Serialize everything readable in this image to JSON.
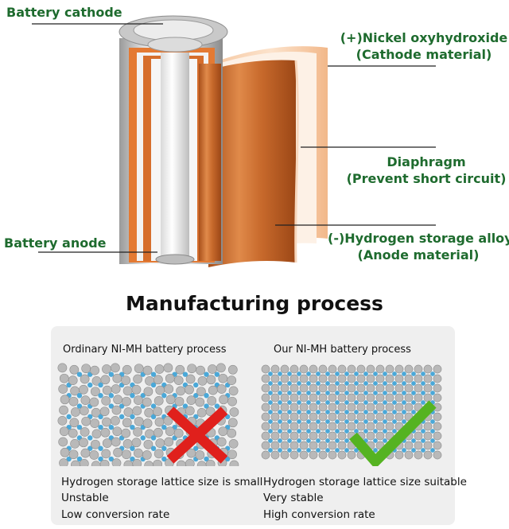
{
  "callouts": {
    "cathode": "Battery cathode",
    "anode": "Battery anode",
    "nickel_line1": "(+)Nickel oxyhydroxide",
    "nickel_line2": "(Cathode material)",
    "diaphragm_line1": "Diaphragm",
    "diaphragm_line2": "(Prevent short circuit)",
    "alloy_line1": "(-)Hydrogen storage alloy",
    "alloy_line2": "(Anode material)"
  },
  "section_title": "Manufacturing process",
  "comparison": {
    "ordinary": {
      "heading": "Ordinary NI-MH battery process",
      "lines": [
        "Hydrogen storage lattice size is small",
        "Unstable",
        "Low conversion rate"
      ],
      "mark": "cross-icon"
    },
    "ours": {
      "heading": "Our NI-MH battery process",
      "lines": [
        "Hydrogen storage lattice size suitable",
        "Very stable",
        "High conversion rate"
      ],
      "mark": "check-icon"
    }
  },
  "colors": {
    "label_green": "#1e6b2e",
    "copper": "#c8692c",
    "cross_red": "#e0201c",
    "check_green": "#55b321",
    "hydrogen_blue": "#4aa8d8"
  }
}
